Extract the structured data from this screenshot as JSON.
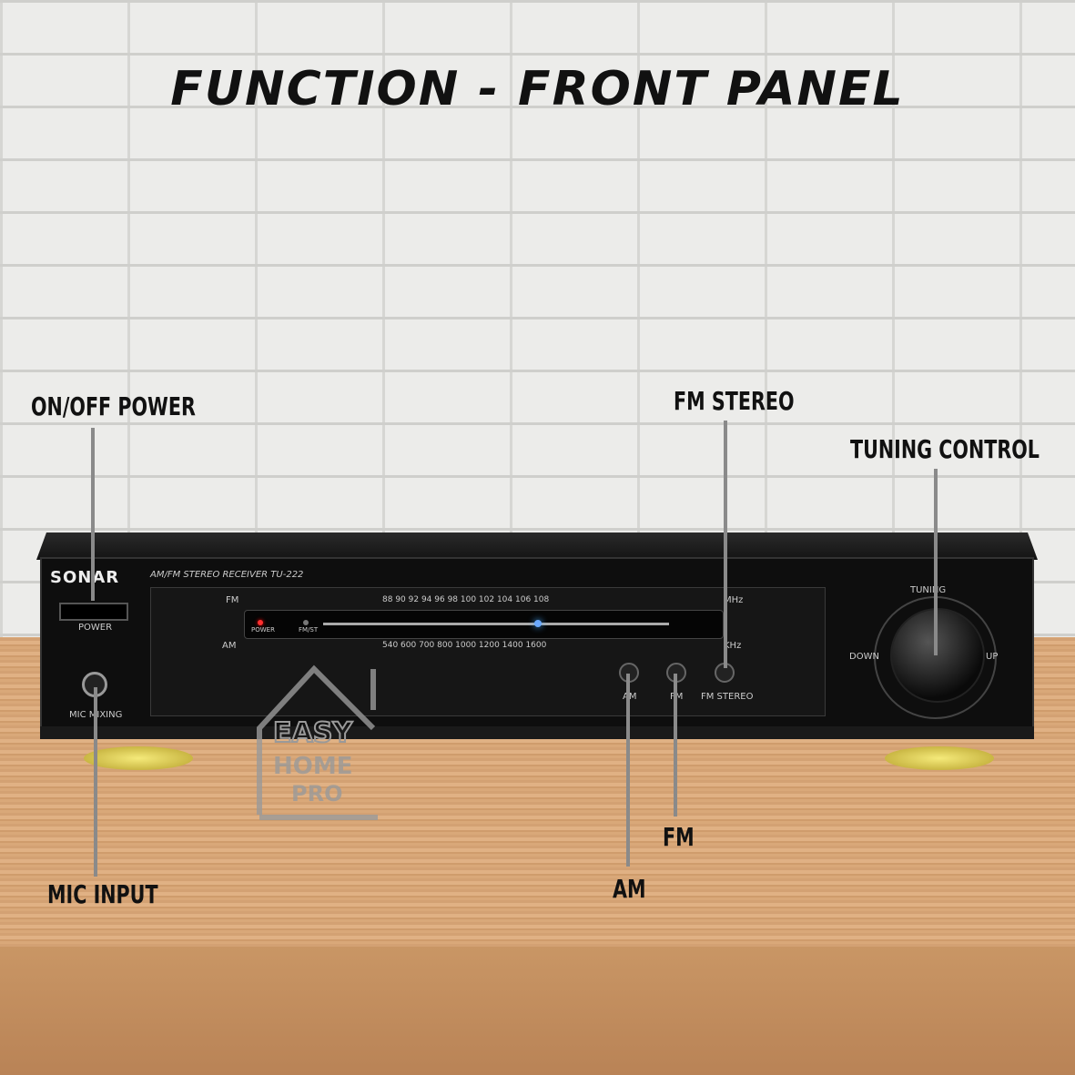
{
  "title": "FUNCTION - FRONT PANEL",
  "callouts": {
    "power": "ON/OFF POWER",
    "fm_stereo": "FM STEREO",
    "tuning": "TUNING CONTROL",
    "mic_input": "MIC INPUT",
    "fm": "FM",
    "am": "AM"
  },
  "device": {
    "brand": "SONAR",
    "model": "AM/FM STEREO RECEIVER  TU-222",
    "power_label": "POWER",
    "mic_label": "MIC MIXING",
    "fm_scale_label": "FM",
    "fm_scale": "88    90    92    94    96    98    100   102   104   106   108",
    "fm_unit": "MHz",
    "am_scale_label": "AM",
    "am_scale": "540    600    700    800    1000    1200    1400    1600",
    "am_unit": "KHz",
    "led_power": "POWER",
    "led_fmst": "FM/ST",
    "btn_am": "AM",
    "btn_fm": "FM",
    "btn_fmst": "FM STEREO",
    "tuning_label": "TUNING",
    "down_label": "DOWN",
    "up_label": "UP"
  },
  "watermark": {
    "line1": "EASY",
    "line2": "HOME",
    "line3": "PRO"
  },
  "colors": {
    "wall": "#ececea",
    "table": "#d9a879",
    "device": "#0e0e0e",
    "callout_line": "#8a8a8a",
    "feet": "#e8d85a"
  }
}
